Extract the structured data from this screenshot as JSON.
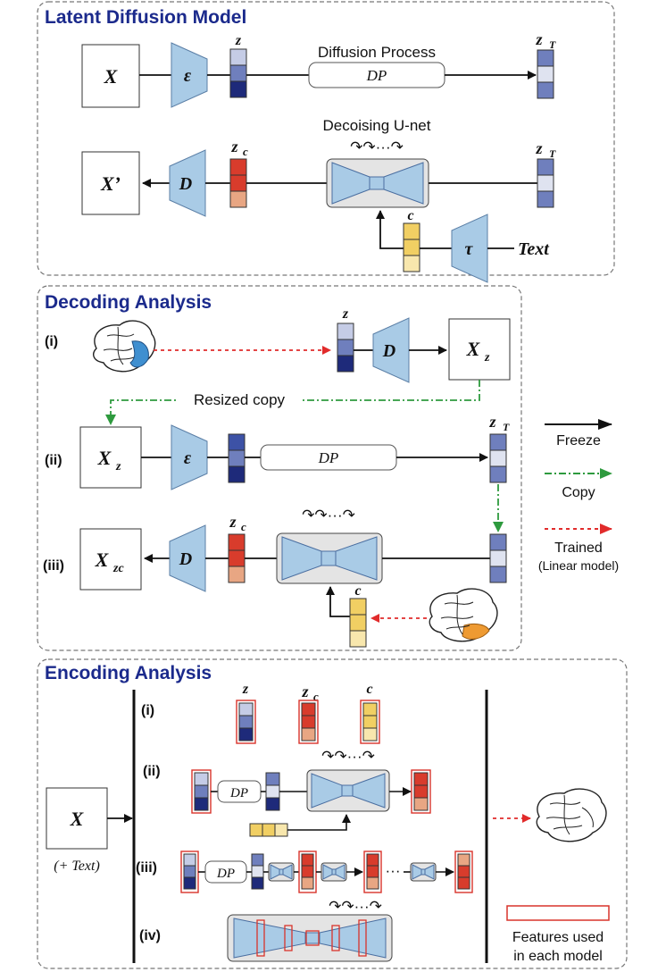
{
  "sections": {
    "ldm_title": "Latent Diffusion Model",
    "decoding_title": "Decoding Analysis",
    "encoding_title": "Encoding Analysis"
  },
  "ldm": {
    "input": "X",
    "encoder": "ε",
    "z": "z",
    "diffusion_process": "Diffusion Process",
    "dp": "DP",
    "zT": "z",
    "zT_sub": "T",
    "unet_label": "Decoising U-net",
    "output": "X’",
    "decoder": "D",
    "zc": "z",
    "zc_sub": "c",
    "zT2": "z",
    "zT2_sub": "T",
    "c": "c",
    "tau": "τ",
    "text": "Text",
    "loops": "↷↷···↷"
  },
  "decoding": {
    "row_i": "(i)",
    "row_ii": "(ii)",
    "row_iii": "(iii)",
    "z": "z",
    "decoder": "D",
    "xz": "X",
    "xz_sub": "z",
    "resized_copy": "Resized copy",
    "xz2": "X",
    "xz2_sub": "z",
    "encoder": "ε",
    "dp": "DP",
    "zT": "z",
    "zT_sub": "T",
    "xzc": "X",
    "xzc_sub": "zc",
    "decoder2": "D",
    "zc": "z",
    "zc_sub": "c",
    "c": "c",
    "loops": "↷↷···↷"
  },
  "legend": {
    "freeze": "Freeze",
    "copy": "Copy",
    "trained": "Trained",
    "trained_sub": "(Linear model)"
  },
  "encoding": {
    "input": "X",
    "input_sub": "(+ Text)",
    "row_i": "(i)",
    "row_ii": "(ii)",
    "row_iii": "(iii)",
    "row_iv": "(iv)",
    "z": "z",
    "zc": "z",
    "zc_sub": "c",
    "c": "c",
    "dp_ii": "DP",
    "dp_iii": "DP",
    "ellipsis": "···",
    "loops": "↷↷···↷",
    "features_line1": "Features used",
    "features_line2": "in each model"
  },
  "colors": {
    "title": "#1b2a8c",
    "block_blue": "#a9cbe6",
    "latent_light": "#c5cce6",
    "latent_mid": "#6f7fbd",
    "latent_dark": "#1e2a7a",
    "latent_red": "#d83c2c",
    "latent_peach": "#e8a683",
    "latent_yellow": "#f1cf63",
    "feature_box": "#d9342b",
    "trained_arrow": "#e12b2b",
    "copy_arrow": "#2e9a3e"
  }
}
